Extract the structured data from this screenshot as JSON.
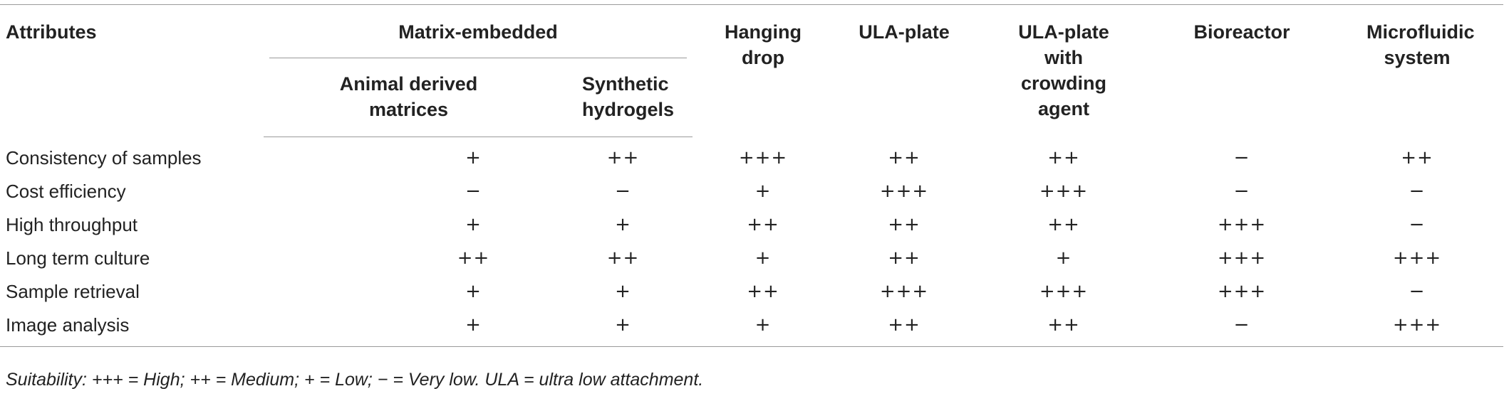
{
  "table": {
    "headers": {
      "attributes": "Attributes",
      "matrix_embedded": "Matrix-embedded",
      "animal_derived": "Animal derived matrices",
      "synthetic_hydrogels": "Synthetic hydrogels",
      "hanging_drop": "Hanging drop",
      "ula_plate": "ULA-plate",
      "ula_plate_crowding": "ULA-plate with crowding agent",
      "bioreactor": "Bioreactor",
      "microfluidic": "Microfluidic system"
    },
    "rows": [
      {
        "attribute": "Consistency of samples",
        "values": [
          "+",
          "++",
          "+++",
          "++",
          "++",
          "−",
          "++"
        ]
      },
      {
        "attribute": "Cost efficiency",
        "values": [
          "−",
          "−",
          "+",
          "+++",
          "+++",
          "−",
          "−"
        ]
      },
      {
        "attribute": "High throughput",
        "values": [
          "+",
          "+",
          "++",
          "++",
          "++",
          "+++",
          "−"
        ]
      },
      {
        "attribute": "Long term culture",
        "values": [
          "++",
          "++",
          "+",
          "++",
          "+",
          "+++",
          "+++"
        ]
      },
      {
        "attribute": "Sample retrieval",
        "values": [
          "+",
          "+",
          "++",
          "+++",
          "+++",
          "+++",
          "−"
        ]
      },
      {
        "attribute": "Image analysis",
        "values": [
          "+",
          "+",
          "+",
          "++",
          "++",
          "−",
          "+++"
        ]
      }
    ]
  },
  "footnote": "Suitability: +++ = High; ++ = Medium; + = Low; − = Very low. ULA = ultra low attachment."
}
